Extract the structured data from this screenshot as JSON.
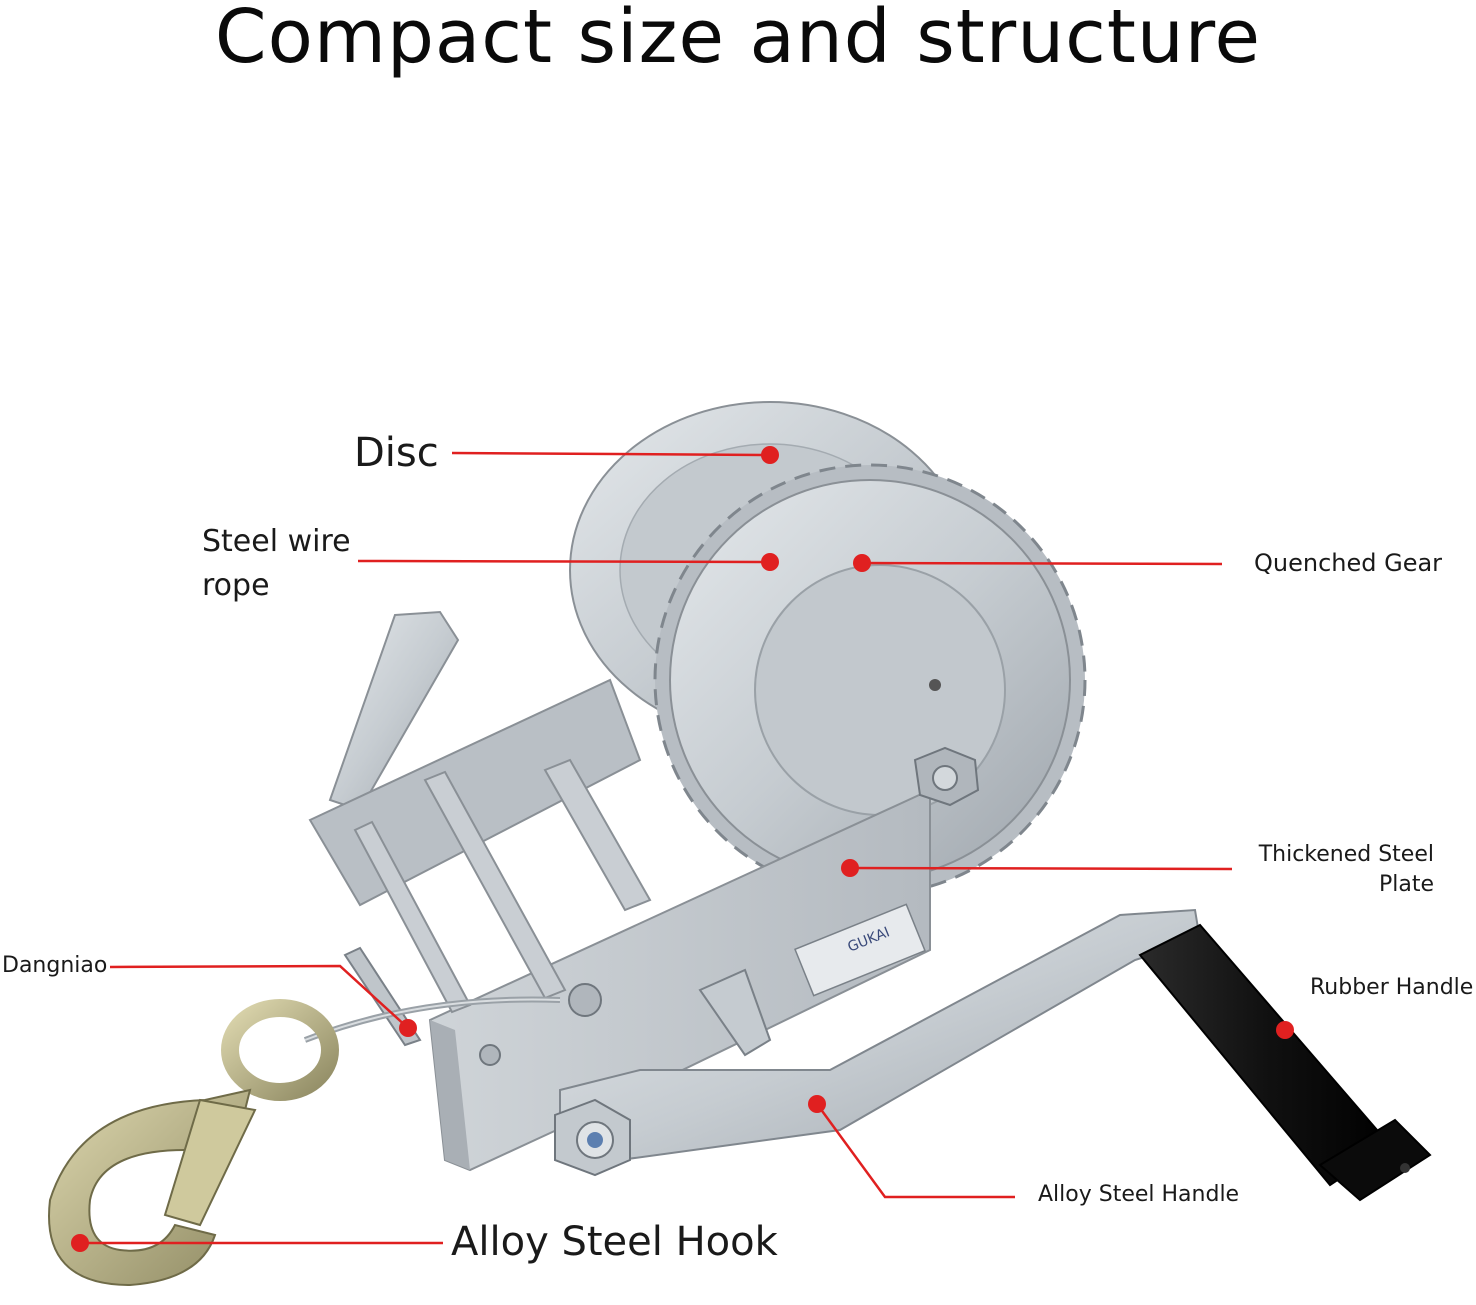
{
  "title": "Compact size and structure",
  "colors": {
    "leader": "#e02020",
    "metal": "#c9ced3",
    "metal_dark": "#8d949b",
    "rubber": "#161616",
    "hook": "#b9b38a"
  },
  "labels": {
    "disc": "Disc",
    "steel_wire_rope_line1": "Steel wire",
    "steel_wire_rope_line2": "rope",
    "quenched_gear": "Quenched Gear",
    "thickened_steel_plate_line1": "Thickened Steel",
    "thickened_steel_plate_line2": "Plate",
    "dangniao": "Dangniao",
    "rubber_handle": "Rubber Handle",
    "alloy_steel_handle": "Alloy Steel Handle",
    "alloy_steel_hook": "Alloy Steel Hook",
    "brand_plate": "GUKAI"
  }
}
